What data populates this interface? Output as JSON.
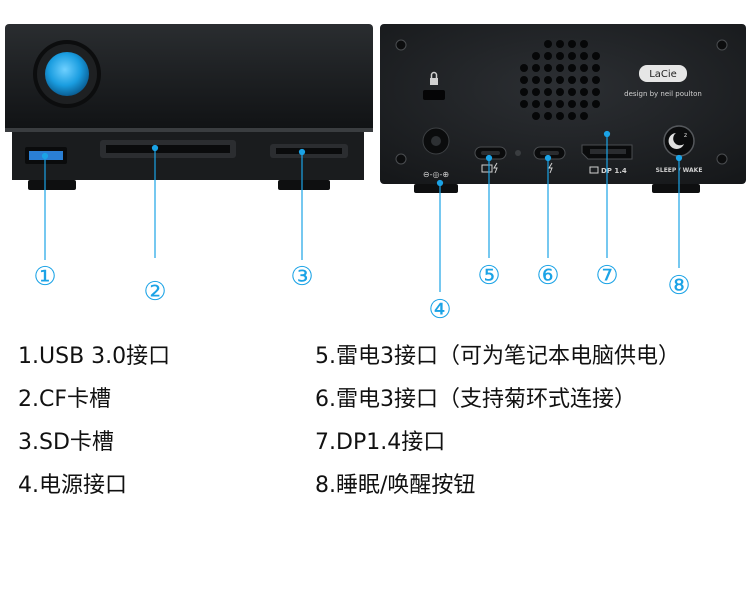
{
  "device": {
    "front_ports": [
      {
        "number": "①"
      },
      {
        "number": "②"
      },
      {
        "number": "③"
      }
    ],
    "back_ports": [
      {
        "number": "④",
        "symbol": "⊖-◎-⊕"
      },
      {
        "number": "⑤"
      },
      {
        "number": "⑥"
      },
      {
        "number": "⑦",
        "label": "DP 1.4"
      },
      {
        "number": "⑧",
        "label": "SLEEP / WAKE"
      }
    ],
    "brand": "LaCie",
    "tagline": "design by neil poulton"
  },
  "legend": {
    "left": [
      {
        "num": "1.",
        "text": "USB 3.0接口"
      },
      {
        "num": "2.",
        "text": "CF卡槽"
      },
      {
        "num": "3.",
        "text": "SD卡槽"
      },
      {
        "num": "4.",
        "text": "电源接口"
      }
    ],
    "right": [
      {
        "num": "5.",
        "text": "雷电3接口（可为笔记本电脑供电）"
      },
      {
        "num": "6.",
        "text": "雷电3接口（支持菊环式连接）"
      },
      {
        "num": "7.",
        "text": "DP1.4接口"
      },
      {
        "num": "8.",
        "text": "睡眠/唤醒按钮"
      }
    ]
  },
  "colors": {
    "accent": "#1ba3e6",
    "device_body": "#151719",
    "usb_blue": "#2a7fd4"
  }
}
